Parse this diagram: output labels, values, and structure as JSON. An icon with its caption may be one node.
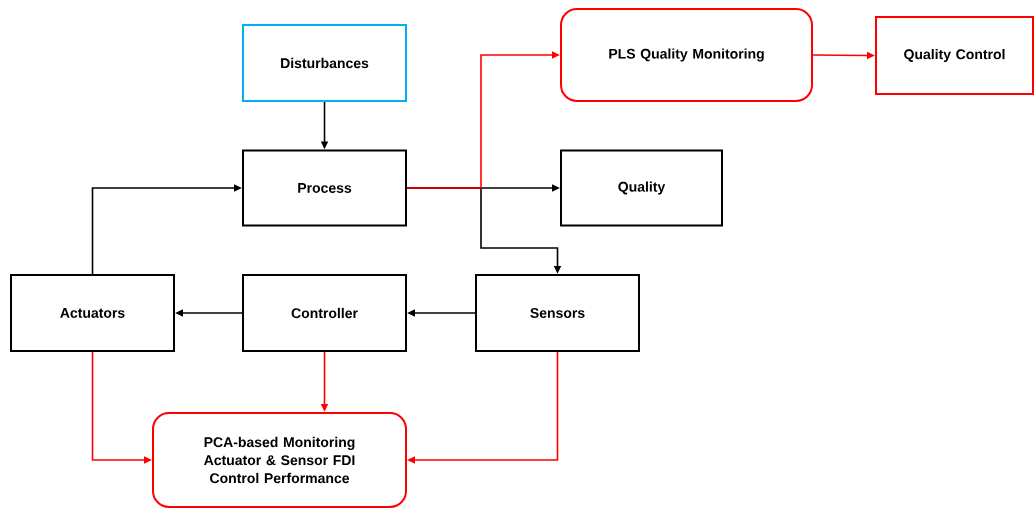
{
  "diagram": {
    "nodes": [
      {
        "text": [
          "Disturbances"
        ]
      },
      {
        "text": [
          "Process"
        ]
      },
      {
        "text": [
          "Quality"
        ]
      },
      {
        "text": [
          "PLS Quality Monitoring"
        ]
      },
      {
        "text": [
          "Quality Control"
        ]
      },
      {
        "text": [
          "Actuators"
        ]
      },
      {
        "text": [
          "Controller"
        ]
      },
      {
        "text": [
          "Sensors"
        ]
      },
      {
        "text": [
          "PCA-based Monitoring",
          "Actuator & Sensor FDI",
          "Control Performance"
        ]
      }
    ],
    "edges": [
      {
        "from": 0,
        "to": 1,
        "arrow": "to"
      },
      {
        "from": 1,
        "to": 2,
        "arrow": "to"
      },
      {
        "from": 1,
        "to": 7,
        "arrow": "to"
      },
      {
        "from": 1,
        "to": 3,
        "arrow": "to",
        "color": "#ff0000"
      },
      {
        "from": 3,
        "to": 4,
        "arrow": "to",
        "color": "#ff0000"
      },
      {
        "from": 7,
        "to": 6,
        "arrow": "to"
      },
      {
        "from": 6,
        "to": 5,
        "arrow": "to"
      },
      {
        "from": 5,
        "to": 1,
        "arrow": "to"
      },
      {
        "from": 5,
        "to": 8,
        "arrow": "to",
        "color": "#ff0000"
      },
      {
        "from": 6,
        "to": 8,
        "arrow": "to",
        "color": "#ff0000"
      },
      {
        "from": 7,
        "to": 8,
        "arrow": "to",
        "color": "#ff0000"
      }
    ]
  }
}
